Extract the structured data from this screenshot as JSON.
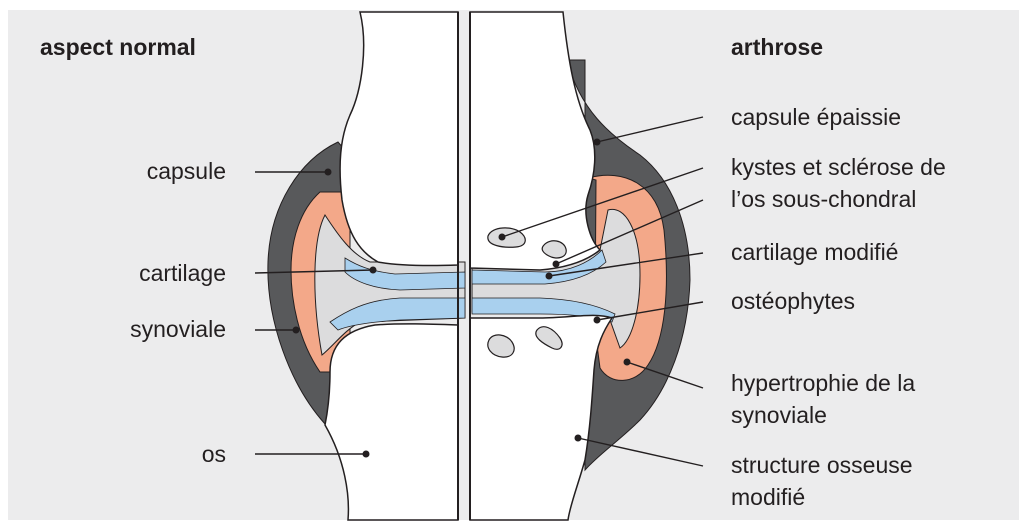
{
  "titles": {
    "left": "aspect normal",
    "right": "arthrose"
  },
  "left_labels": {
    "capsule": "capsule",
    "cartilage": "cartilage",
    "synoviale": "synoviale",
    "os": "os"
  },
  "right_labels": {
    "capsule_epaissie": "capsule épaissie",
    "kystes_1": "kystes et sclérose de",
    "kystes_2": "l’os sous-chondral",
    "cartilage_modifie": "cartilage modifié",
    "osteophytes": "ostéophytes",
    "hypertrophie_1": "hypertrophie de la",
    "hypertrophie_2": "synoviale",
    "structure_1": "structure osseuse",
    "structure_2": "modifié"
  },
  "colors": {
    "background": "#ececed",
    "capsule": "#58595b",
    "synovial": "#f3a889",
    "cartilage": "#a9d0ee",
    "joint_space": "#dcdcdd",
    "bone": "#ffffff",
    "outline": "#231f20"
  }
}
